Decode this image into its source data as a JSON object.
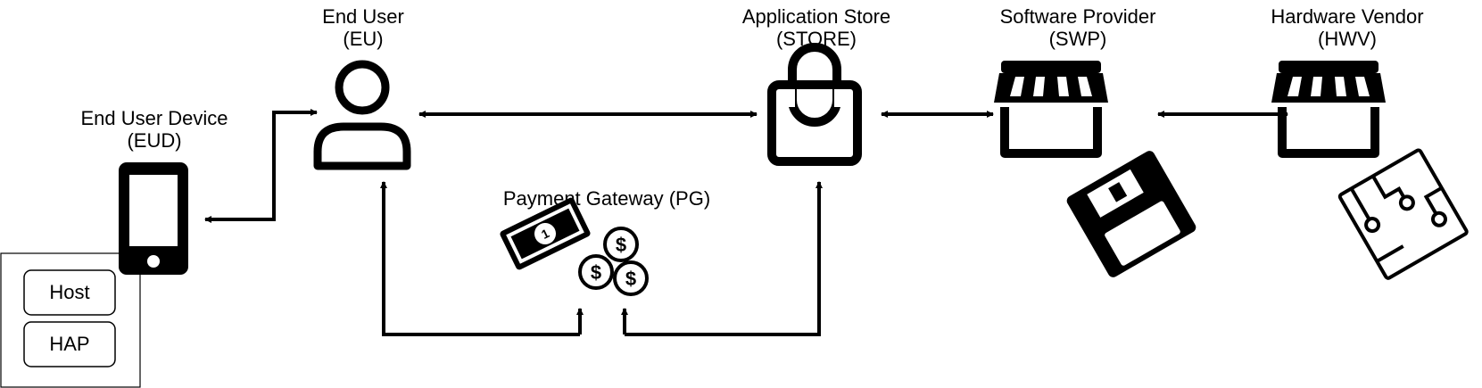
{
  "actors": {
    "eu": {
      "name": "End User",
      "abbr": "(EU)"
    },
    "eud": {
      "name": "End User Device",
      "abbr": "(EUD)"
    },
    "store": {
      "name": "Application Store",
      "abbr": "(STORE)"
    },
    "swp": {
      "name": "Software Provider",
      "abbr": "(SWP)"
    },
    "hwv": {
      "name": "Hardware Vendor",
      "abbr": "(HWV)"
    },
    "pg": {
      "name": "Payment Gateway (PG)"
    }
  },
  "device_components": [
    "Host",
    "HAP"
  ],
  "icons": {
    "eu": "user-icon",
    "eud": "smartphone-icon",
    "store": "shopping-bag-icon",
    "swp": "storefront-icon",
    "swp_badge": "floppy-disk-icon",
    "hwv": "storefront-icon",
    "hwv_badge": "circuit-board-icon",
    "pg": "money-coins-icon"
  },
  "colors": {
    "stroke": "#000000",
    "background": "#ffffff"
  }
}
